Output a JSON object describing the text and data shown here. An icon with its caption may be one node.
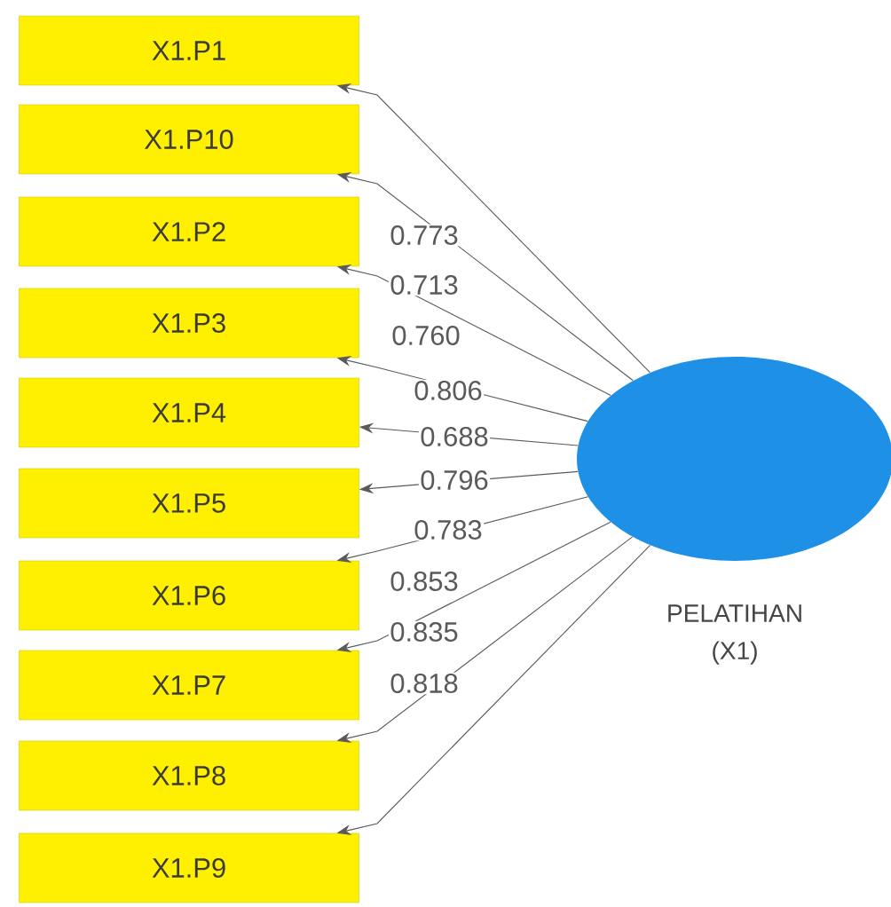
{
  "diagram": {
    "nodes": [
      {
        "text": [
          "X1.P1"
        ]
      },
      {
        "text": [
          "X1.P10"
        ]
      },
      {
        "text": [
          "X1.P2"
        ]
      },
      {
        "text": [
          "X1.P3"
        ]
      },
      {
        "text": [
          "X1.P4"
        ]
      },
      {
        "text": [
          "X1.P5"
        ]
      },
      {
        "text": [
          "X1.P6"
        ]
      },
      {
        "text": [
          "X1.P7"
        ]
      },
      {
        "text": [
          "X1.P8"
        ]
      },
      {
        "text": [
          "X1.P9"
        ]
      },
      {
        "text": [
          "PELATIHAN (X1)"
        ]
      }
    ],
    "edges": [
      {
        "from": 10,
        "to": 0,
        "arrow": "to",
        "label": "0.773"
      },
      {
        "from": 10,
        "to": 1,
        "arrow": "to",
        "label": "0.713"
      },
      {
        "from": 10,
        "to": 2,
        "arrow": "to",
        "label": "0.760"
      },
      {
        "from": 10,
        "to": 3,
        "arrow": "to",
        "label": "0.806"
      },
      {
        "from": 10,
        "to": 4,
        "arrow": "to",
        "label": "0.688"
      },
      {
        "from": 10,
        "to": 5,
        "arrow": "to",
        "label": "0.796"
      },
      {
        "from": 10,
        "to": 6,
        "arrow": "to",
        "label": "0.783"
      },
      {
        "from": 10,
        "to": 7,
        "arrow": "to",
        "label": "0.853"
      },
      {
        "from": 10,
        "to": 8,
        "arrow": "to",
        "label": "0.835"
      },
      {
        "from": 10,
        "to": 9,
        "arrow": "to",
        "label": "0.818"
      }
    ]
  }
}
